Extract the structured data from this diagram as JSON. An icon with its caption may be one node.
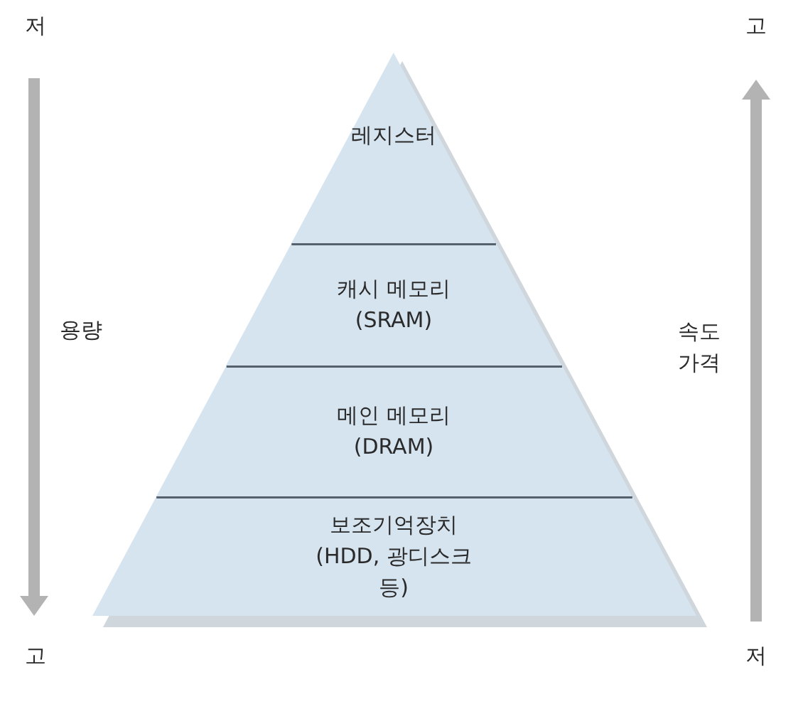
{
  "diagram": {
    "nodes": [
      {
        "text": [
          "레지스터"
        ]
      },
      {
        "text": [
          "캐시 메모리 (SRAM)"
        ]
      },
      {
        "text": [
          "메인 메모리 (DRAM)"
        ]
      },
      {
        "text": [
          "보조기억장치 (HDD, 광디스크 등)"
        ]
      }
    ],
    "labels": [
      "저",
      "고",
      "용량",
      "속도 가격",
      "고",
      "저"
    ]
  }
}
